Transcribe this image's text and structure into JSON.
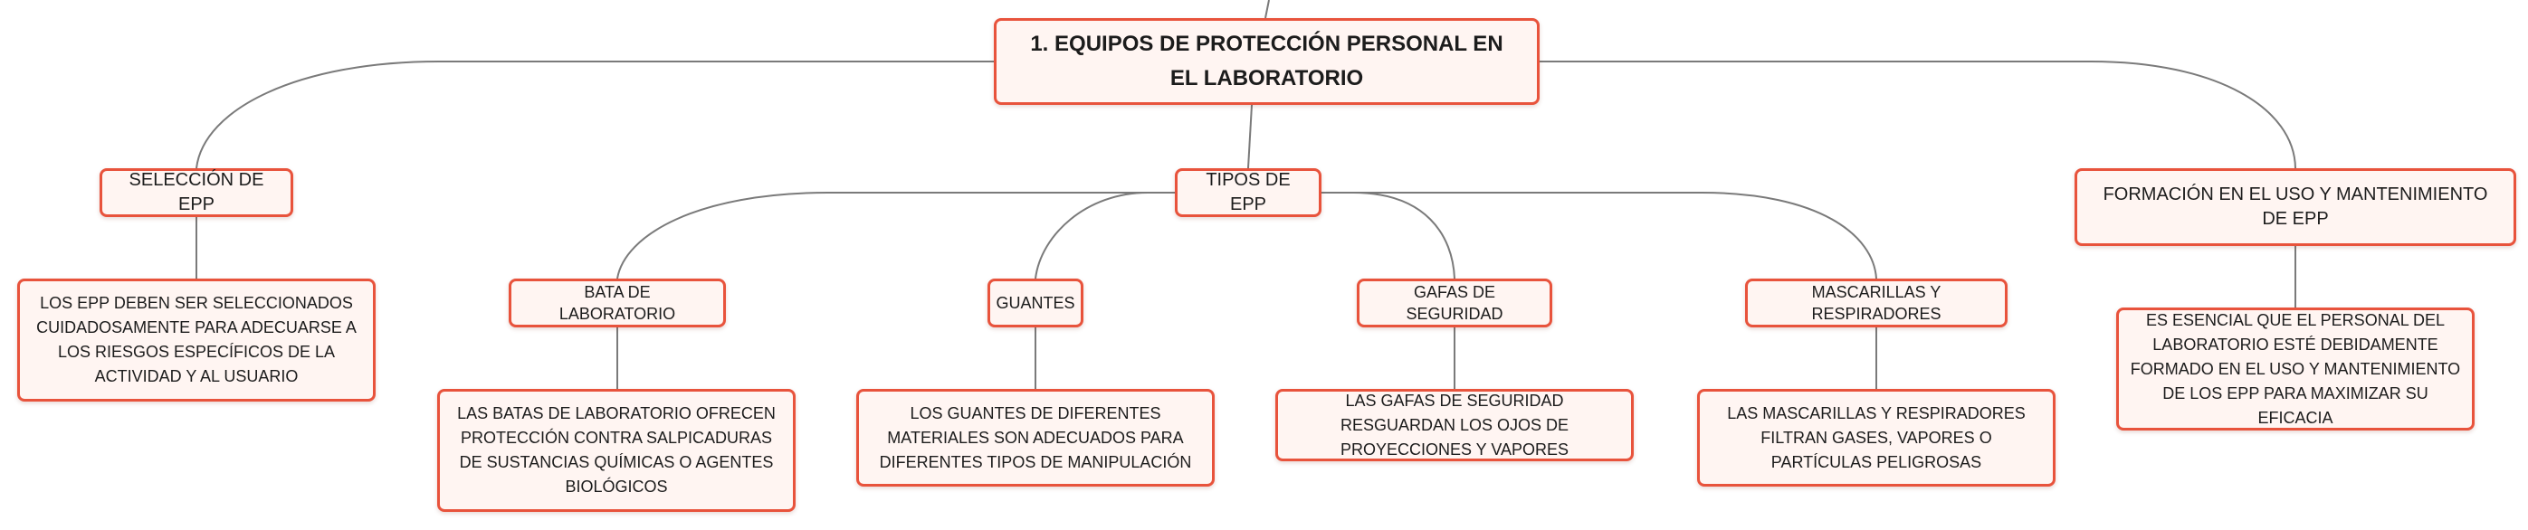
{
  "root": {
    "label": "1. EQUIPOS DE PROTECCIÓN PERSONAL EN EL LABORATORIO"
  },
  "branches": {
    "seleccion": {
      "label": "SELECCIÓN DE EPP",
      "detail": "LOS EPP DEBEN SER SELECCIONADOS CUIDADOSAMENTE PARA ADECUARSE A LOS RIESGOS ESPECÍFICOS DE LA ACTIVIDAD Y AL USUARIO"
    },
    "tipos": {
      "label": "TIPOS DE EPP",
      "items": [
        {
          "label": "BATA DE LABORATORIO",
          "detail": "LAS BATAS DE LABORATORIO OFRECEN PROTECCIÓN CONTRA SALPICADURAS DE SUSTANCIAS QUÍMICAS O AGENTES BIOLÓGICOS"
        },
        {
          "label": "GUANTES",
          "detail": "LOS GUANTES DE DIFERENTES MATERIALES SON ADECUADOS PARA DIFERENTES TIPOS DE MANIPULACIÓN"
        },
        {
          "label": "GAFAS DE SEGURIDAD",
          "detail": "LAS GAFAS DE SEGURIDAD RESGUARDAN LOS OJOS DE PROYECCIONES Y VAPORES"
        },
        {
          "label": "MASCARILLAS Y RESPIRADORES",
          "detail": "LAS MASCARILLAS Y RESPIRADORES FILTRAN GASES, VAPORES O PARTÍCULAS PELIGROSAS"
        }
      ]
    },
    "formacion": {
      "label": "FORMACIÓN EN EL USO Y MANTENIMIENTO DE EPP",
      "detail": "ES ESENCIAL QUE EL PERSONAL DEL LABORATORIO ESTÉ DEBIDAMENTE FORMADO EN EL USO Y MANTENIMIENTO DE LOS EPP PARA MAXIMIZAR SU EFICACIA"
    }
  },
  "colors": {
    "node_border": "#e8533c",
    "node_fill": "#fff5f2",
    "connector": "#7a7a7a"
  }
}
